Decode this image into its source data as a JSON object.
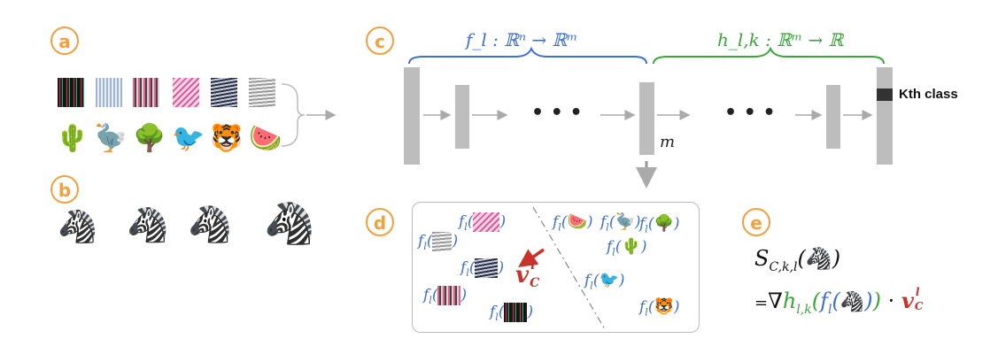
{
  "panels": {
    "a": "a",
    "b": "b",
    "c": "c",
    "d": "d",
    "e": "e"
  },
  "icons": {
    "textures": [
      "striped-texture-1",
      "blue-striped-texture",
      "pink-striped-texture",
      "pink-wave-texture",
      "dark-wave-texture",
      "gray-wave-texture"
    ],
    "objects": [
      "cactus-icon",
      "dodo-icon",
      "tree-icon",
      "bird-icon",
      "tiger-icon",
      "watermelon-icon"
    ],
    "zebras": [
      "zebra-icon-1",
      "zebra-icon-2",
      "zebra-icon-3",
      "zebra-head-icon"
    ]
  },
  "network": {
    "f_label": "f_l : ℝⁿ → ℝᵐ",
    "h_label": "h_l,k : ℝᵐ → ℝ",
    "ellipsis_left": "• • •",
    "ellipsis_right": "• • •",
    "m_label": "m",
    "kth_class": "Kth class"
  },
  "activation_space": {
    "f": "f",
    "l": "l",
    "cav_v": "v",
    "cav_sup": "l",
    "cav_sub": "C"
  },
  "score": {
    "lhs": "S",
    "lhs_sub": "C,k,l",
    "rhs_eq": "=",
    "rhs_nabla": "∇",
    "rhs_h": "h",
    "rhs_h_sub": "l,k",
    "rhs_dot": "·"
  },
  "colors": {
    "orange": "#f2a03d",
    "blue": "#3d6fd6",
    "green": "#3aa63a",
    "red": "#c8322a",
    "gray": "#bdbdbd"
  }
}
